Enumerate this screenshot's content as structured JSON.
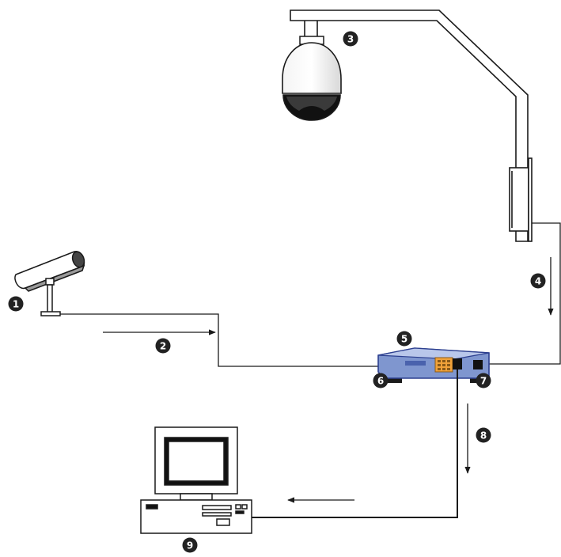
{
  "callouts": [
    {
      "id": 1,
      "label": "1"
    },
    {
      "id": 2,
      "label": "2"
    },
    {
      "id": 3,
      "label": "3"
    },
    {
      "id": 4,
      "label": "4"
    },
    {
      "id": 5,
      "label": "5"
    },
    {
      "id": 6,
      "label": "6"
    },
    {
      "id": 7,
      "label": "7"
    },
    {
      "id": 8,
      "label": "8"
    },
    {
      "id": 9,
      "label": "9"
    }
  ],
  "colors": {
    "line": "#1a1a1a",
    "callout_fill": "#222222",
    "callout_text": "#ffffff",
    "router_body": "#7f96cf",
    "router_dark": "#2c3f8f",
    "router_top": "#b9c7ea",
    "port_orange": "#f0a23a",
    "monitor_screen": "#ffffff"
  },
  "icons": {
    "fixed_camera": "box-camera-icon",
    "dome_camera": "ptz-dome-camera-icon",
    "router": "video-encoder-icon",
    "workstation": "desktop-computer-icon"
  }
}
